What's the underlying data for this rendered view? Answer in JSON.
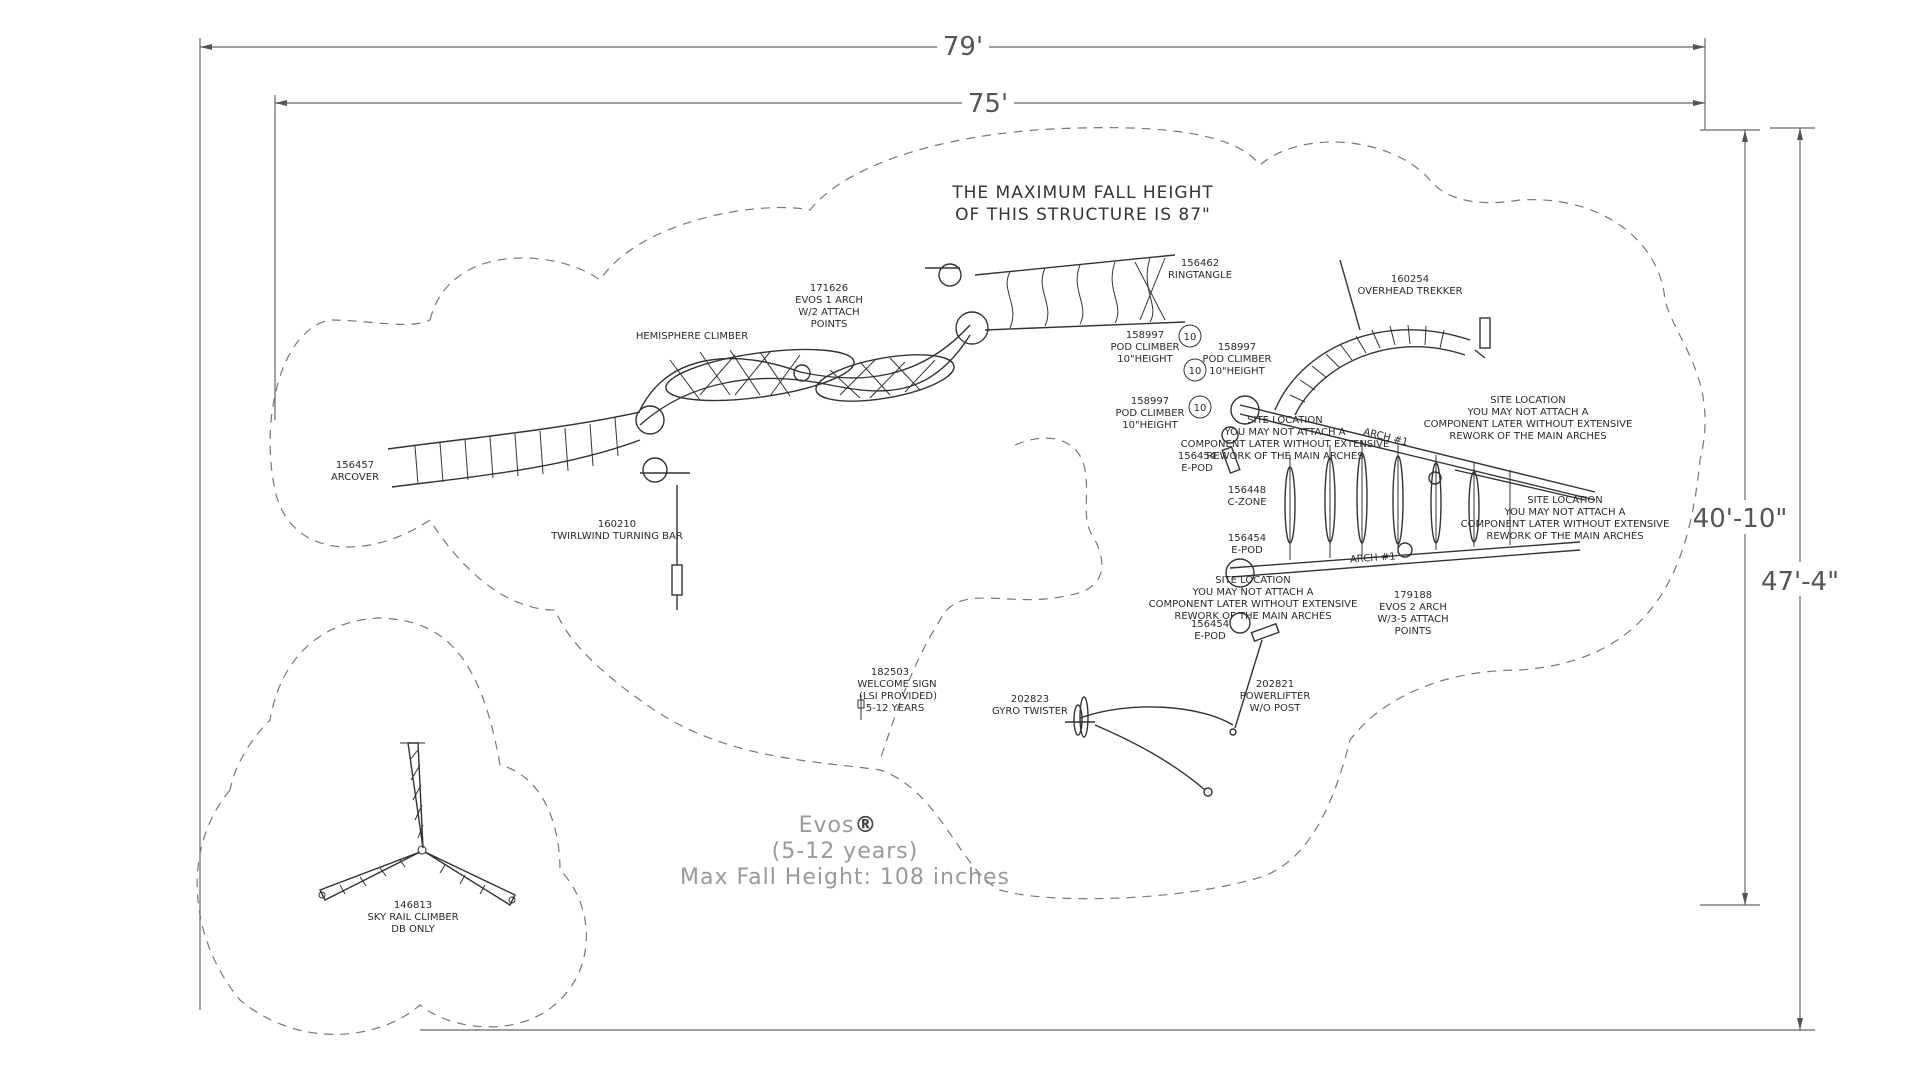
{
  "dimensions": {
    "overall_width": "79'",
    "inner_width": "75'",
    "inner_depth": "40'-10\"",
    "overall_depth": "47'-4\""
  },
  "fall_height_note": {
    "line1": "THE MAXIMUM FALL HEIGHT",
    "line2": "OF THIS STRUCTURE IS 87\""
  },
  "components": {
    "arcover": {
      "id": "156457",
      "name": "ARCOVER"
    },
    "hemisphere": {
      "name": "HEMISPHERE CLIMBER"
    },
    "evos1": {
      "id": "171626",
      "line1": "EVOS 1 ARCH",
      "line2": "W/2 ATTACH",
      "line3": "POINTS"
    },
    "ringtangle": {
      "id": "156462",
      "name": "RINGTANGLE"
    },
    "twirlwind": {
      "id": "160210",
      "name": "TWIRLWIND TURNING BAR"
    },
    "trekker": {
      "id": "160254",
      "name": "OVERHEAD TREKKER"
    },
    "pod1": {
      "id": "158997",
      "name": "POD CLIMBER",
      "height": "10\"HEIGHT",
      "badge": "10"
    },
    "pod2": {
      "id": "158997",
      "name": "POD CLIMBER",
      "height": "10\"HEIGHT",
      "badge": "10"
    },
    "pod3": {
      "id": "158997",
      "name": "POD CLIMBER",
      "height": "10\"HEIGHT",
      "badge": "10"
    },
    "site1": {
      "line1": "SITE LOCATION",
      "line2": "YOU MAY NOT ATTACH A",
      "line3": "COMPONENT LATER WITHOUT EXTENSIVE",
      "line4": "REWORK OF THE MAIN ARCHES"
    },
    "site2": {
      "line1": "SITE LOCATION",
      "line2": "YOU MAY NOT ATTACH A",
      "line3": "COMPONENT LATER WITHOUT EXTENSIVE",
      "line4": "REWORK OF THE MAIN ARCHES"
    },
    "site3": {
      "line1": "SITE LOCATION",
      "line2": "YOU MAY NOT ATTACH A",
      "line3": "COMPONENT LATER WITHOUT EXTENSIVE",
      "line4": "REWORK OF THE MAIN ARCHES"
    },
    "site4": {
      "line1": "SITE LOCATION",
      "line2": "YOU MAY NOT ATTACH A",
      "line3": "COMPONENT LATER WITHOUT EXTENSIVE",
      "line4": "REWORK OF THE MAIN ARCHES"
    },
    "epod1": {
      "id": "156454",
      "name": "E-POD"
    },
    "epod2": {
      "id": "156454",
      "name": "E-POD"
    },
    "epod3": {
      "id": "156454",
      "name": "E-POD"
    },
    "czone": {
      "id": "156448",
      "name": "C-ZONE"
    },
    "evos2": {
      "id": "179188",
      "line1": "EVOS 2 ARCH",
      "line2": "W/3-5 ATTACH",
      "line3": "POINTS"
    },
    "arch_tag_1": "ARCH #1",
    "arch_tag_2": "ARCH #1",
    "powerlifter": {
      "id": "202821",
      "line1": "POWERLIFTER",
      "line2": "W/O POST"
    },
    "gyro": {
      "id": "202823",
      "name": "GYRO TWISTER"
    },
    "sign": {
      "id": "182503",
      "line1": "WELCOME SIGN",
      "line2": "(LSI PROVIDED)",
      "line3": "5-12 YEARS"
    },
    "skyrail": {
      "id": "146813",
      "line1": "SKY RAIL CLIMBER",
      "line2": "DB ONLY"
    }
  },
  "brand_block": {
    "name": "Evos",
    "mark": "®",
    "ages": "(5-12 years)",
    "fall": "Max Fall Height: 108 inches"
  }
}
